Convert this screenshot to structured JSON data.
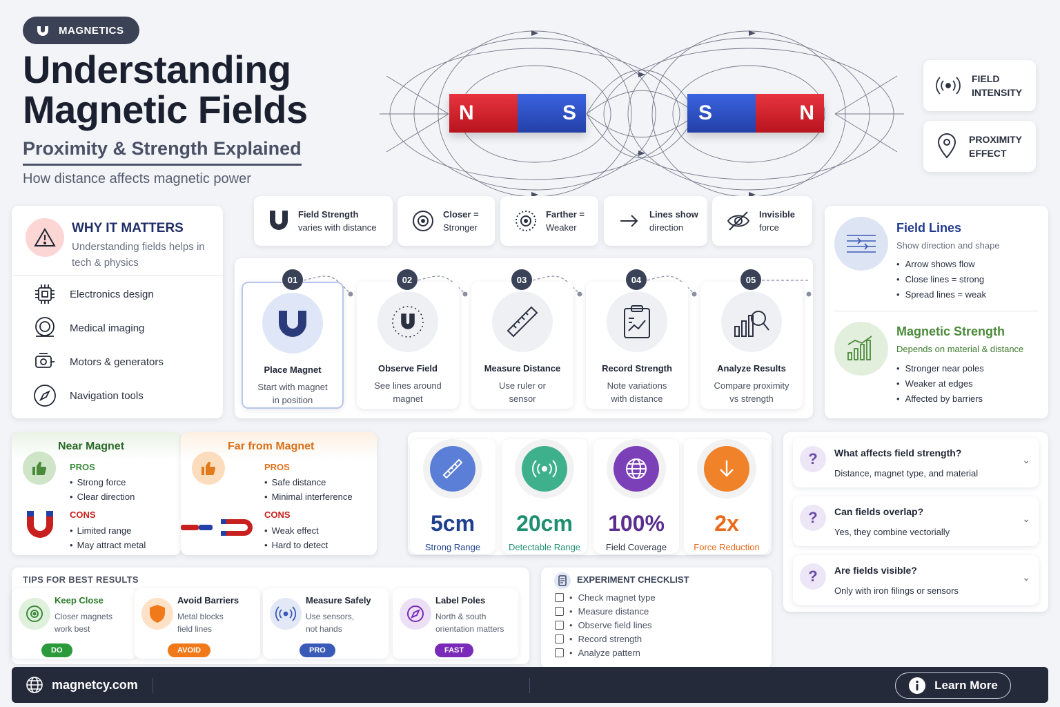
{
  "header": {
    "badge": "MAGNETICS",
    "title_line1": "Understanding",
    "title_line2": "Magnetic Fields",
    "subtitle": "Proximity & Strength Explained",
    "tagline": "How distance affects magnetic power"
  },
  "magnets": {
    "left": {
      "pole_a": "N",
      "pole_b": "S"
    },
    "right": {
      "pole_a": "S",
      "pole_b": "N"
    }
  },
  "side_cards": [
    {
      "line1": "FIELD",
      "line2": "INTENSITY",
      "icon": "signal-waves-icon"
    },
    {
      "line1": "PROXIMITY",
      "line2": "EFFECT",
      "icon": "location-pin-icon"
    }
  ],
  "why": {
    "title": "WHY IT MATTERS",
    "desc": "Understanding fields helps in tech & physics",
    "items": [
      {
        "label": "Electronics design",
        "icon": "chip-icon"
      },
      {
        "label": "Medical imaging",
        "icon": "mri-icon"
      },
      {
        "label": "Motors & generators",
        "icon": "motor-icon"
      },
      {
        "label": "Navigation tools",
        "icon": "compass-icon"
      }
    ]
  },
  "pills": [
    {
      "bold": "Field Strength",
      "text": "varies with distance",
      "icon": "magnet-icon"
    },
    {
      "bold": "Closer =",
      "text": "Stronger",
      "icon": "target-icon"
    },
    {
      "bold": "Farther =",
      "text": "Weaker",
      "icon": "dotted-target-icon"
    },
    {
      "bold": "Lines show",
      "text": "direction",
      "icon": "arrow-right-icon"
    },
    {
      "bold": "Invisible",
      "text": "force",
      "icon": "eye-off-icon"
    }
  ],
  "steps": [
    {
      "num": "01",
      "title": "Place Magnet",
      "line1": "Start with magnet",
      "line2": "in position",
      "icon": "magnet-icon"
    },
    {
      "num": "02",
      "title": "Observe Field",
      "line1": "See lines around",
      "line2": "magnet",
      "icon": "magnet-field-icon"
    },
    {
      "num": "03",
      "title": "Measure Distance",
      "line1": "Use ruler or",
      "line2": "sensor",
      "icon": "ruler-icon"
    },
    {
      "num": "04",
      "title": "Record Strength",
      "line1": "Note variations",
      "line2": "with distance",
      "icon": "clipboard-icon"
    },
    {
      "num": "05",
      "title": "Analyze Results",
      "line1": "Compare proximity",
      "line2": "vs strength",
      "icon": "chart-search-icon"
    }
  ],
  "info": {
    "lines": {
      "title": "Field Lines",
      "sub": "Show direction and shape",
      "items": [
        "Arrow shows flow",
        "Close lines = strong",
        "Spread lines = weak"
      ]
    },
    "strength": {
      "title": "Magnetic Strength",
      "sub": "Depends on material & distance",
      "items": [
        "Stronger near poles",
        "Weaker at edges",
        "Affected by barriers"
      ]
    }
  },
  "near": {
    "title": "Near Magnet",
    "pros_label": "PROS",
    "pros": [
      "Strong force",
      "Clear direction"
    ],
    "cons_label": "CONS",
    "cons": [
      "Limited range",
      "May attract metal"
    ]
  },
  "far": {
    "title": "Far from Magnet",
    "pros_label": "PROS",
    "pros": [
      "Safe distance",
      "Minimal interference"
    ],
    "cons_label": "CONS",
    "cons": [
      "Weak effect",
      "Hard to detect"
    ]
  },
  "stats": [
    {
      "value": "5cm",
      "label": "Strong Range",
      "color": "#1f3f8f",
      "circle": "#5b7fd6",
      "icon": "ruler-icon"
    },
    {
      "value": "20cm",
      "label": "Detectable Range",
      "color": "#1f8f70",
      "circle": "#3fb08c",
      "icon": "radio-waves-icon"
    },
    {
      "value": "100%",
      "label": "Field Coverage",
      "color": "#5a2d8f",
      "circle": "#7b3fb8",
      "icon": "globe-icon"
    },
    {
      "value": "2x",
      "label": "Force Reduction",
      "color": "#e86a1a",
      "circle": "#f0822a",
      "icon": "arrow-down-icon"
    }
  ],
  "faq": [
    {
      "q": "What affects field strength?",
      "a": "Distance, magnet type, and material"
    },
    {
      "q": "Can fields overlap?",
      "a": "Yes, they combine vectorially"
    },
    {
      "q": "Are fields visible?",
      "a": "Only with iron filings or sensors"
    }
  ],
  "tips": {
    "label": "TIPS FOR BEST RESULTS",
    "items": [
      {
        "title": "Keep Close",
        "line1": "Closer magnets",
        "line2": "work best",
        "tag": "DO",
        "tag_color": "#2a9a3a",
        "icon_bg": "#dff0dc",
        "icon": "target-icon",
        "title_color": "#2a7a2a"
      },
      {
        "title": "Avoid Barriers",
        "line1": "Metal blocks",
        "line2": "field lines",
        "tag": "AVOID",
        "tag_color": "#f07a1a",
        "icon_bg": "#fde2c8",
        "icon": "shield-icon",
        "title_color": "#1f2433"
      },
      {
        "title": "Measure Safely",
        "line1": "Use sensors,",
        "line2": "not hands",
        "tag": "PRO",
        "tag_color": "#3a5ab8",
        "icon_bg": "#e2e8f6",
        "icon": "radio-waves-icon",
        "title_color": "#1f2433"
      },
      {
        "title": "Label Poles",
        "line1": "North & south",
        "line2": "orientation matters",
        "tag": "FAST",
        "tag_color": "#7a2ab8",
        "icon_bg": "#ece0f6",
        "icon": "compass-icon",
        "title_color": "#1f2433"
      }
    ]
  },
  "checklist": {
    "title": "EXPERIMENT CHECKLIST",
    "items": [
      "Check magnet type",
      "Measure distance",
      "Observe field lines",
      "Record strength",
      "Analyze pattern"
    ]
  },
  "footer": {
    "site": "magnetcy.com",
    "cta": "Learn More"
  }
}
